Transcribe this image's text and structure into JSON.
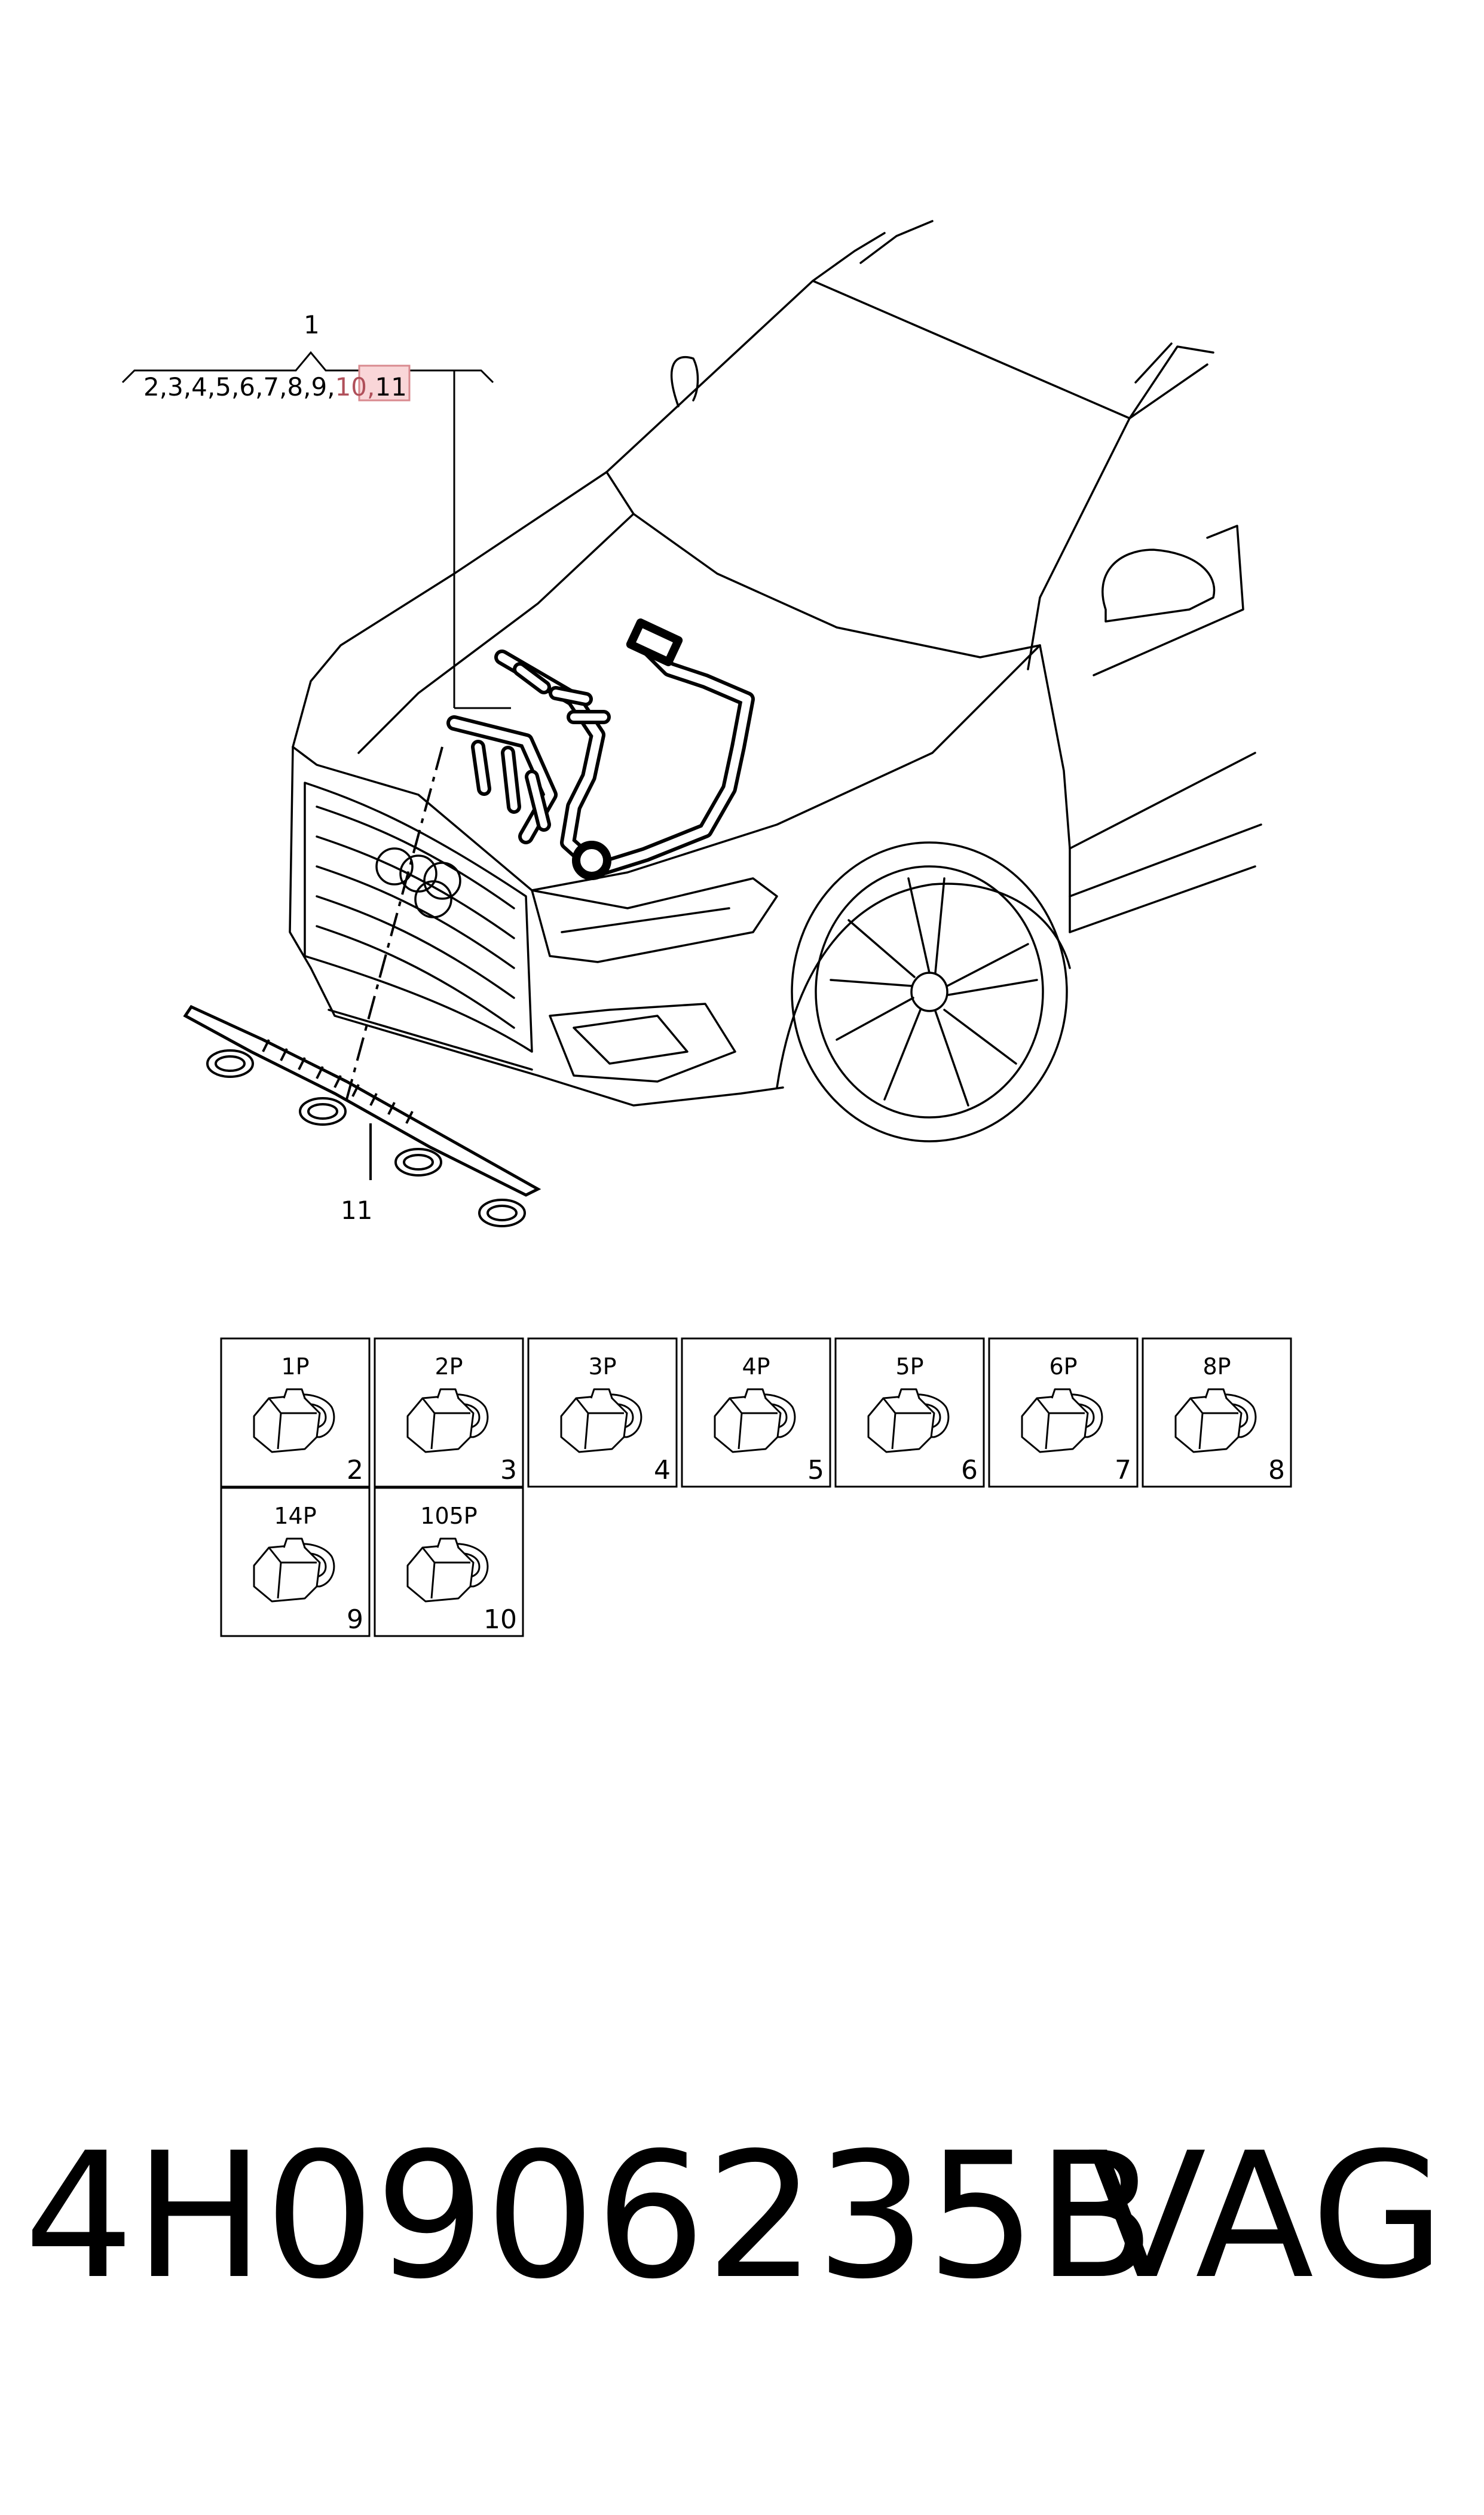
{
  "callouts": {
    "group_number": "1",
    "group_members_pre": "2,3,4,5,6,7,8,9,",
    "group_members_highlight": "10,",
    "group_members_post": "11",
    "harness_bottom_label": "11"
  },
  "highlight_color": "#f9d6d8",
  "connectors": [
    {
      "pins": "1P",
      "number": "2"
    },
    {
      "pins": "2P",
      "number": "3"
    },
    {
      "pins": "3P",
      "number": "4"
    },
    {
      "pins": "4P",
      "number": "5"
    },
    {
      "pins": "5P",
      "number": "6"
    },
    {
      "pins": "6P",
      "number": "7"
    },
    {
      "pins": "8P",
      "number": "8"
    },
    {
      "pins": "14P",
      "number": "9"
    },
    {
      "pins": "105P",
      "number": "10"
    }
  ],
  "footer": {
    "part_number": "4H0906235B",
    "brand": "VAG"
  }
}
